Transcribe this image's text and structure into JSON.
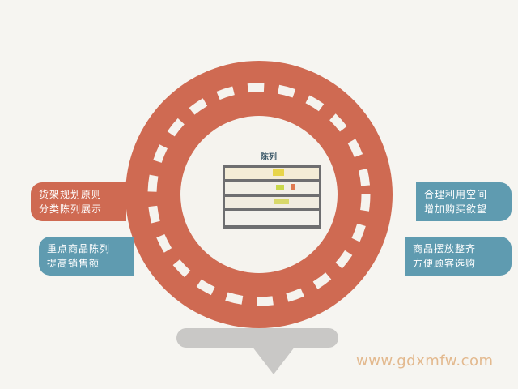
{
  "center": {
    "label": "陈列"
  },
  "left_boxes": [
    {
      "line1": "货架规划原则",
      "line2": "分类陈列展示",
      "color": "#cf6a52"
    },
    {
      "line1": "重点商品陈列",
      "line2": "提高销售额",
      "color": "#5f9bb0"
    }
  ],
  "right_boxes": [
    {
      "line1": "合理利用空间",
      "line2": "增加购买欲望",
      "color": "#5f9bb0"
    },
    {
      "line1": "商品摆放整齐",
      "line2": "方便顾客选购",
      "color": "#5f9bb0"
    }
  ],
  "ring": {
    "color": "#cf6a52",
    "dash_color": "#f5f3ee"
  },
  "stand": {
    "color": "#c9c8c6"
  },
  "watermark": "www.gdxmfw.com"
}
